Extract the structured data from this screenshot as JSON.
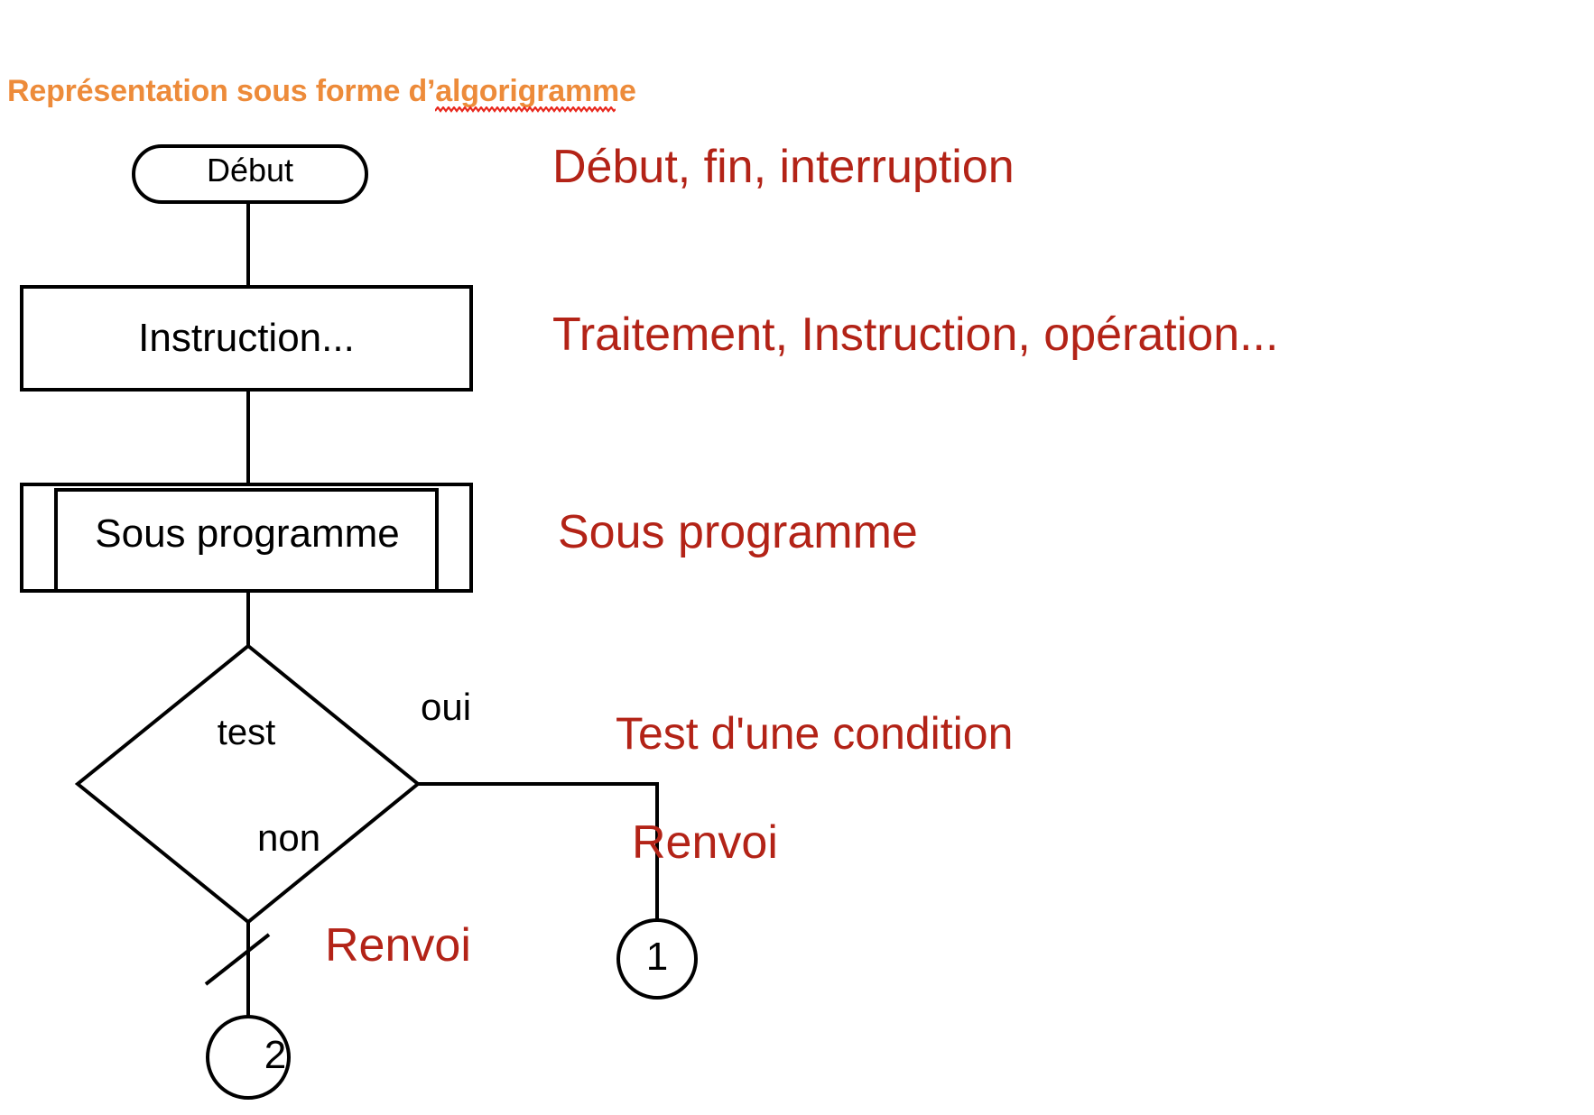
{
  "slide": {
    "title_prefix": "Représentation sous forme d’",
    "title_misspelled_word": "algorigramme",
    "title_color": "#ED8B3A",
    "legend_color": "#B32317",
    "shape_stroke_color": "#000000",
    "background_color": "#FFFFFF",
    "spellcheck_underline_color": "#E8271C"
  },
  "flowchart": {
    "type": "flowchart",
    "nodes": [
      {
        "id": "start",
        "shape": "terminal-rounded",
        "label": "Début"
      },
      {
        "id": "process",
        "shape": "rectangle",
        "label": "Instruction..."
      },
      {
        "id": "subroutine",
        "shape": "predefined-process",
        "label": "Sous programme"
      },
      {
        "id": "decision",
        "shape": "diamond",
        "label": "test"
      },
      {
        "id": "connector-1",
        "shape": "circle",
        "label": "1"
      },
      {
        "id": "connector-2",
        "shape": "circle",
        "label": "2"
      }
    ],
    "edges": [
      {
        "from": "start",
        "to": "process",
        "label": ""
      },
      {
        "from": "process",
        "to": "subroutine",
        "label": ""
      },
      {
        "from": "subroutine",
        "to": "decision",
        "label": ""
      },
      {
        "from": "decision",
        "to": "connector-1",
        "label": "oui"
      },
      {
        "from": "decision",
        "to": "connector-2",
        "label": "non"
      }
    ]
  },
  "legend": {
    "terminal": "Début, fin, interruption",
    "process": "Traitement, Instruction, opération...",
    "subroutine": "Sous programme",
    "decision": "Test d'une condition",
    "connector_1": "Renvoi",
    "connector_2": "Renvoi"
  }
}
